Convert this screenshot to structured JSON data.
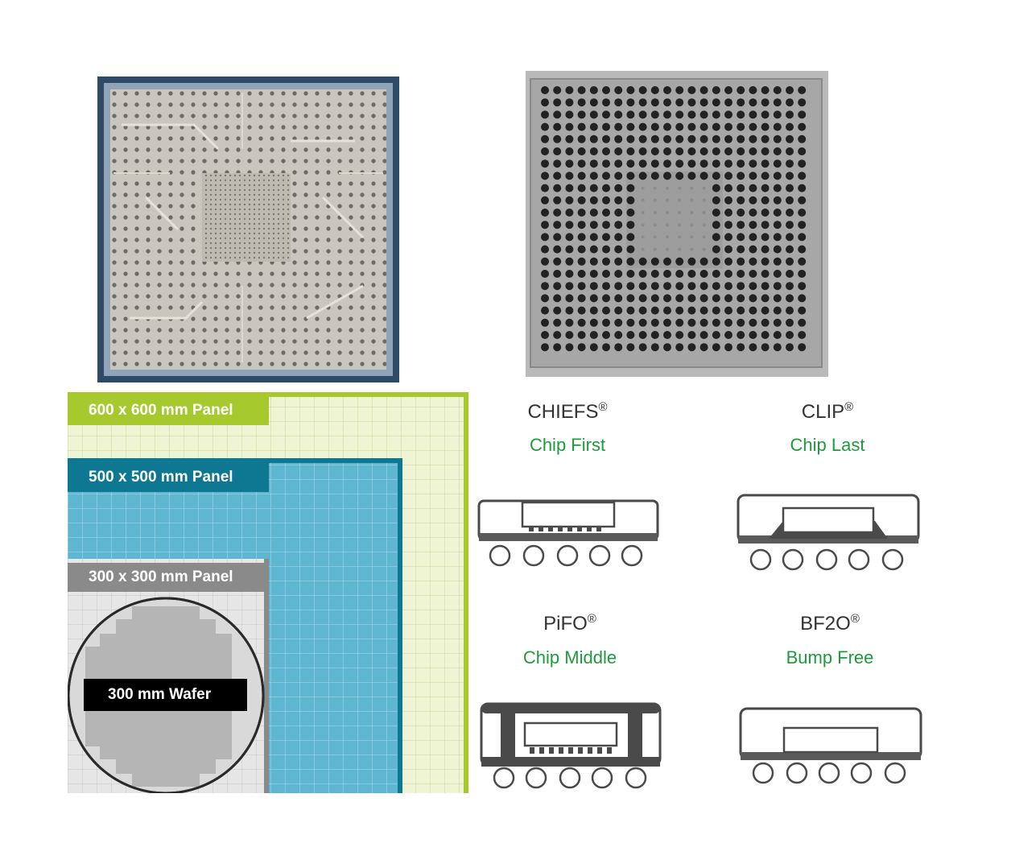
{
  "photos": {
    "substrate_top": {
      "icon": "pcb-substrate-photo"
    },
    "bga_bottom": {
      "icon": "bga-ball-grid-photo"
    }
  },
  "panels": {
    "p600": {
      "label": "600 x 600 mm Panel",
      "color": "#a6c92e",
      "fill": "#eef4d4"
    },
    "p500": {
      "label": "500 x 500 mm Panel",
      "color": "#0e7791",
      "fill": "#5fb6d1"
    },
    "p300": {
      "label": "300 x 300 mm Panel",
      "color": "#8a8a8a",
      "fill": "#e6e6e6"
    },
    "wafer": {
      "label": "300 mm Wafer",
      "color": "#000000",
      "fill": "#b5b5b5"
    }
  },
  "packages": [
    {
      "name": "CHIEFS",
      "mark": "®",
      "sub": "Chip First",
      "icon": "chip-first-package-icon"
    },
    {
      "name": "CLIP",
      "mark": "®",
      "sub": "Chip Last",
      "icon": "chip-last-package-icon"
    },
    {
      "name": "PiFO",
      "mark": "®",
      "sub": "Chip Middle",
      "icon": "chip-middle-package-icon"
    },
    {
      "name": "BF2O",
      "mark": "®",
      "sub": "Bump Free",
      "icon": "bump-free-package-icon"
    }
  ],
  "colors": {
    "accent_green": "#1f9a3c",
    "outline": "#4a4a4a"
  }
}
